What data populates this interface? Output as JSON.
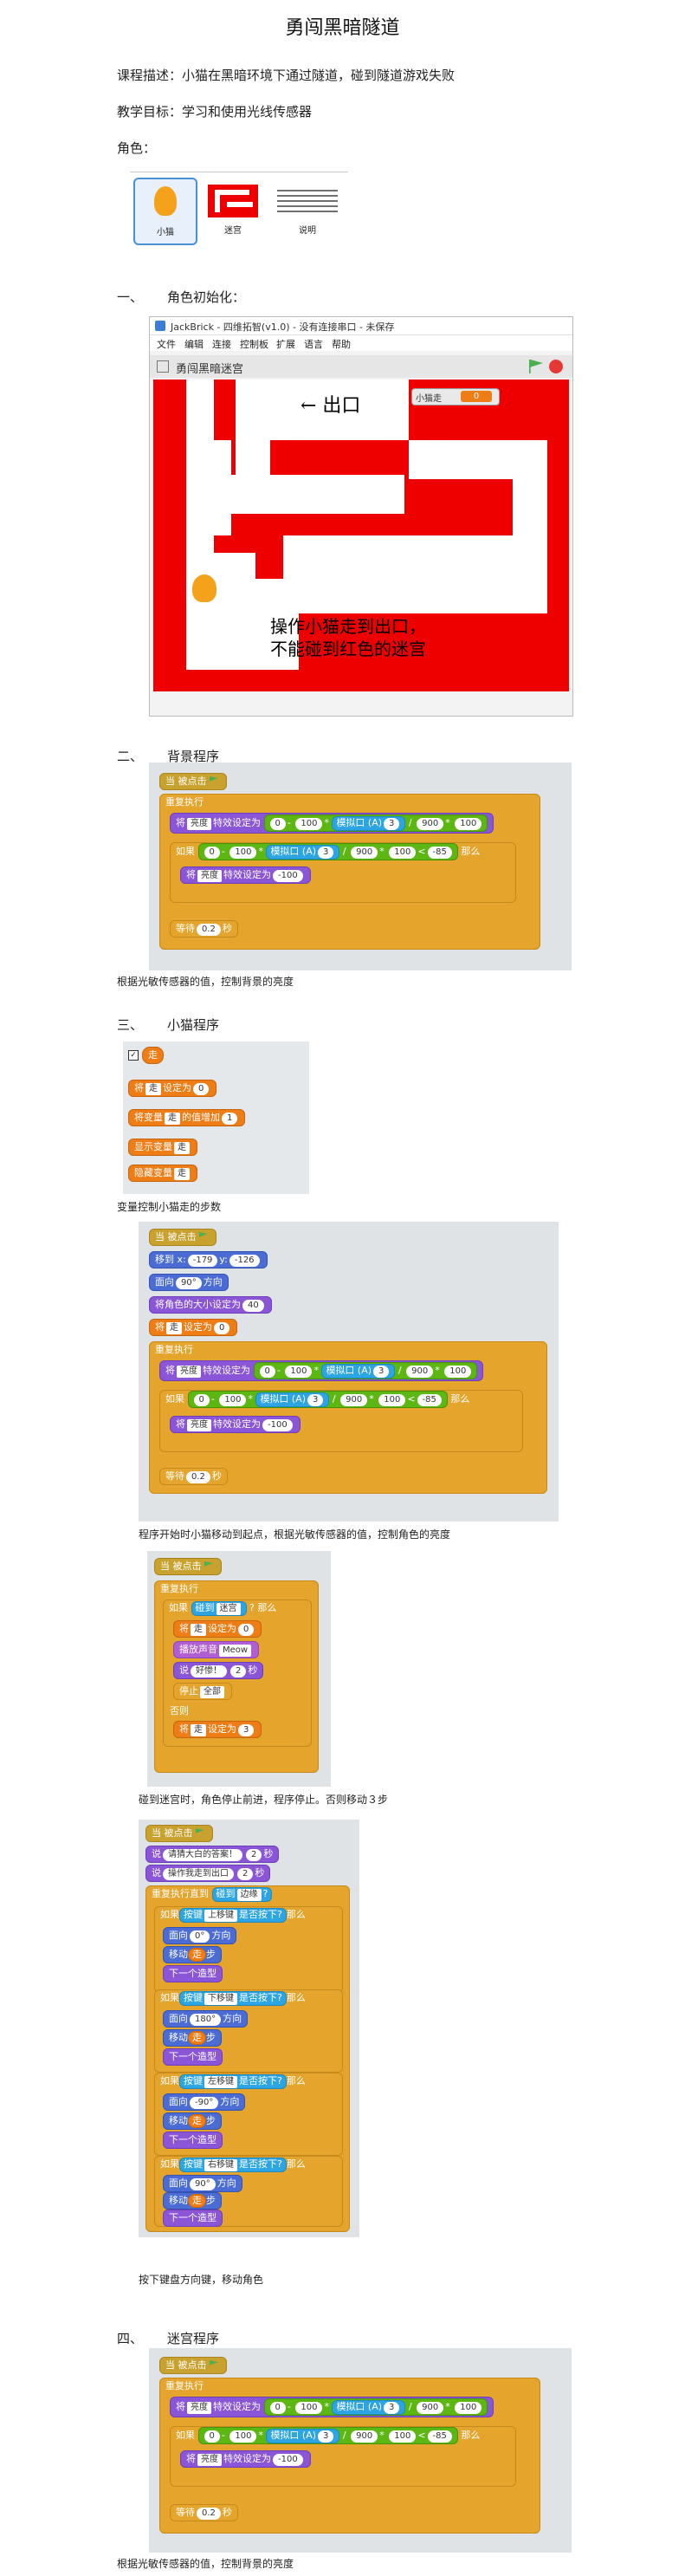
{
  "title": "勇闯黑暗隧道",
  "course_desc": "课程描述：小猫在黑暗环境下通过隧道，碰到隧道游戏失败",
  "goal": "教学目标：学习和使用光线传感器",
  "roles_label": "角色：",
  "sprites": [
    "小猫",
    "迷宫",
    "说明"
  ],
  "sec1": {
    "num": "一、",
    "label": "角色初始化："
  },
  "app": {
    "title": "JackBrick - 四维拓智(v1.0) - 没有连接串口 - 未保存",
    "menu": [
      "文件",
      "编辑",
      "连接",
      "控制板",
      "扩展",
      "语言",
      "帮助"
    ],
    "stage_name": "勇闯黑暗迷宫",
    "exit": "← 出口",
    "monitor_label": "小猫走",
    "monitor_value": "0",
    "msg_line1": "操作小猫走到出口，",
    "msg_line2": "不能碰到红色的迷宫"
  },
  "sec2": {
    "num": "二、",
    "label": "背景程序"
  },
  "bg_script": {
    "hat": "当 被点击",
    "forever": "重复执行",
    "set_effect": "将",
    "effect": "亮度",
    "set_to": "特效设定为",
    "n0": "0",
    "n100": "100",
    "analog": "模拟口 (A)",
    "port": "3",
    "n900": "900",
    "if": "如果",
    "lt": "<",
    "n85": "-85",
    "then": "那么",
    "nm100": "-100",
    "wait": "等待",
    "wait_val": "0.2",
    "sec": "秒"
  },
  "cap_bg": "根据光敏传感器的值，控制背景的亮度",
  "sec3": {
    "num": "三、",
    "label": "小猫程序"
  },
  "var_block": {
    "var_name": "走",
    "set_line": [
      "将",
      "走",
      "设定为",
      "0"
    ],
    "inc_line": [
      "将变量",
      "走",
      "的值增加",
      "1"
    ],
    "show_line": [
      "显示变量",
      "走"
    ],
    "hide_line": [
      "隐藏变量",
      "走"
    ]
  },
  "cap_var": "变量控制小猫走的步数",
  "cat_script1": {
    "hat": "当 被点击",
    "goto": [
      "移到 x:",
      "-179",
      "y:",
      "-126"
    ],
    "dir": [
      "面向",
      "90°",
      "方向"
    ],
    "size": [
      "将角色的大小设定为",
      "40"
    ],
    "setvar": [
      "将",
      "走",
      "设定为",
      "0"
    ]
  },
  "cap_cat1": "程序开始时小猫移动到起点，根据光敏传感器的值，控制角色的亮度",
  "cat_script2": {
    "hat": "当 被点击",
    "forever": "重复执行",
    "if_touch": [
      "如果",
      "碰到",
      "迷宫",
      "? 那么"
    ],
    "setvar": [
      "将",
      "走",
      "设定为",
      "0"
    ],
    "sound": [
      "播放声音",
      "Meow"
    ],
    "say": [
      "说",
      "好惨！",
      "2",
      "秒"
    ],
    "stop": [
      "停止",
      "全部"
    ],
    "else": "否则",
    "setvar3": [
      "将",
      "走",
      "设定为",
      "3"
    ]
  },
  "cap_cat2": "碰到迷宫时，角色停止前进，程序停止。否则移动３步",
  "cat_script3": {
    "hat": "当 被点击",
    "say1": [
      "说",
      "请猜大白的答案！",
      "2",
      "秒"
    ],
    "say2": [
      "说",
      "操作我走到出口",
      "2",
      "秒"
    ],
    "until": [
      "重复执行直到",
      "碰到",
      "边缘",
      "?"
    ],
    "up": [
      "如果",
      "按键",
      "上移键",
      "是否按下?",
      "那么"
    ],
    "down": [
      "如果",
      "按键",
      "下移键",
      "是否按下?",
      "那么"
    ],
    "left": [
      "如果",
      "按键",
      "左移键",
      "是否按下?",
      "那么"
    ],
    "right": [
      "如果",
      "按键",
      "右移键",
      "是否按下?",
      "那么"
    ],
    "face_up": [
      "面向",
      "0°",
      "方向"
    ],
    "face_down": [
      "面向",
      "180°",
      "方向"
    ],
    "face_left": [
      "面向",
      "-90°",
      "方向"
    ],
    "face_right": [
      "面向",
      "90°",
      "方向"
    ],
    "move": [
      "移动",
      "走",
      "步"
    ],
    "next": "下一个造型"
  },
  "cap_cat3": "按下键盘方向键，移动角色",
  "sec4": {
    "num": "四、",
    "label": "迷宫程序"
  },
  "cap_maze": "根据光敏传感器的值，控制背景的亮度"
}
